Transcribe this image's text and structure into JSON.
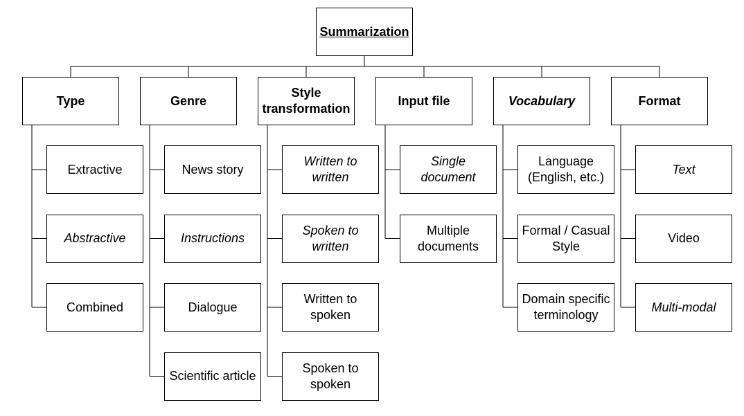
{
  "root": {
    "label": "Summarization"
  },
  "categories": [
    {
      "label": "Type",
      "italic": false,
      "items": [
        {
          "label": "Extractive",
          "italic": false
        },
        {
          "label": "Abstractive",
          "italic": true
        },
        {
          "label": "Combined",
          "italic": false
        }
      ]
    },
    {
      "label": "Genre",
      "italic": false,
      "items": [
        {
          "label": "News story",
          "italic": false
        },
        {
          "label": "Instructions",
          "italic": true
        },
        {
          "label": "Dialogue",
          "italic": false
        },
        {
          "label": "Scientific article",
          "italic": false
        }
      ]
    },
    {
      "label": "Style\ntransformation",
      "italic": false,
      "items": [
        {
          "label": "Written to\nwritten",
          "italic": true
        },
        {
          "label": "Spoken to\nwritten",
          "italic": true
        },
        {
          "label": "Written to\nspoken",
          "italic": false
        },
        {
          "label": "Spoken to\nspoken",
          "italic": false
        }
      ]
    },
    {
      "label": "Input file",
      "italic": false,
      "items": [
        {
          "label": "Single\ndocument",
          "italic": true
        },
        {
          "label": "Multiple\ndocuments",
          "italic": false
        }
      ]
    },
    {
      "label": "Vocabulary",
      "italic": true,
      "items": [
        {
          "label": "Language\n(English, etc.)",
          "italic": false
        },
        {
          "label": "Formal / Casual\nStyle",
          "italic": false
        },
        {
          "label": "Domain specific\nterminology",
          "italic": false
        }
      ]
    },
    {
      "label": "Format",
      "italic": false,
      "items": [
        {
          "label": "Text",
          "italic": true
        },
        {
          "label": "Video",
          "italic": false
        },
        {
          "label": "Multi-modal",
          "italic": true
        }
      ]
    }
  ]
}
